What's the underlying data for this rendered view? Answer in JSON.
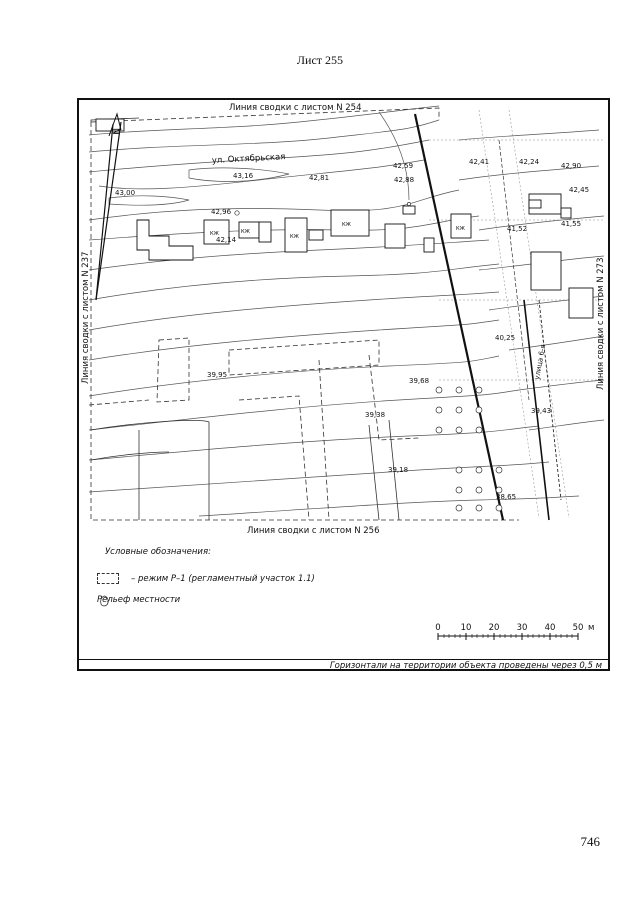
{
  "page": {
    "sheet_title": "Лист 255",
    "page_number": "746"
  },
  "map": {
    "edges": {
      "top": "Линия сводки с листом N 254",
      "bottom": "Линия сводки с листом N 256",
      "left": "Линия сводки с листом N 237",
      "right": "Линия сводки с листом N 273"
    },
    "north_arrow_label": "N",
    "street_labels": [
      "ул. Октябрьская",
      "улица 6-я"
    ],
    "building_labels": [
      "КЖ",
      "КЖ",
      "КЖ",
      "КЖ",
      "КЖ"
    ],
    "elevations": [
      "43,00",
      "43,16",
      "42,81",
      "42,59",
      "42,88",
      "42,41",
      "42,24",
      "42,90",
      "42,45",
      "42,96",
      "42,14",
      "41,52",
      "41,55",
      "40,25",
      "39,95",
      "39,68",
      "39,38",
      "39,43",
      "39,18",
      "38,65"
    ]
  },
  "legend": {
    "title": "Условные обозначения:",
    "zone_label": "– режим Р–1 (регламентный участок 1.1)",
    "relief_label": "Рельеф местности"
  },
  "scale_bar": {
    "ticks": [
      "0",
      "10",
      "20",
      "30",
      "40",
      "50"
    ],
    "unit": "м"
  },
  "footnote": "Горизонтали на территории объекта проведены через 0,5 м"
}
